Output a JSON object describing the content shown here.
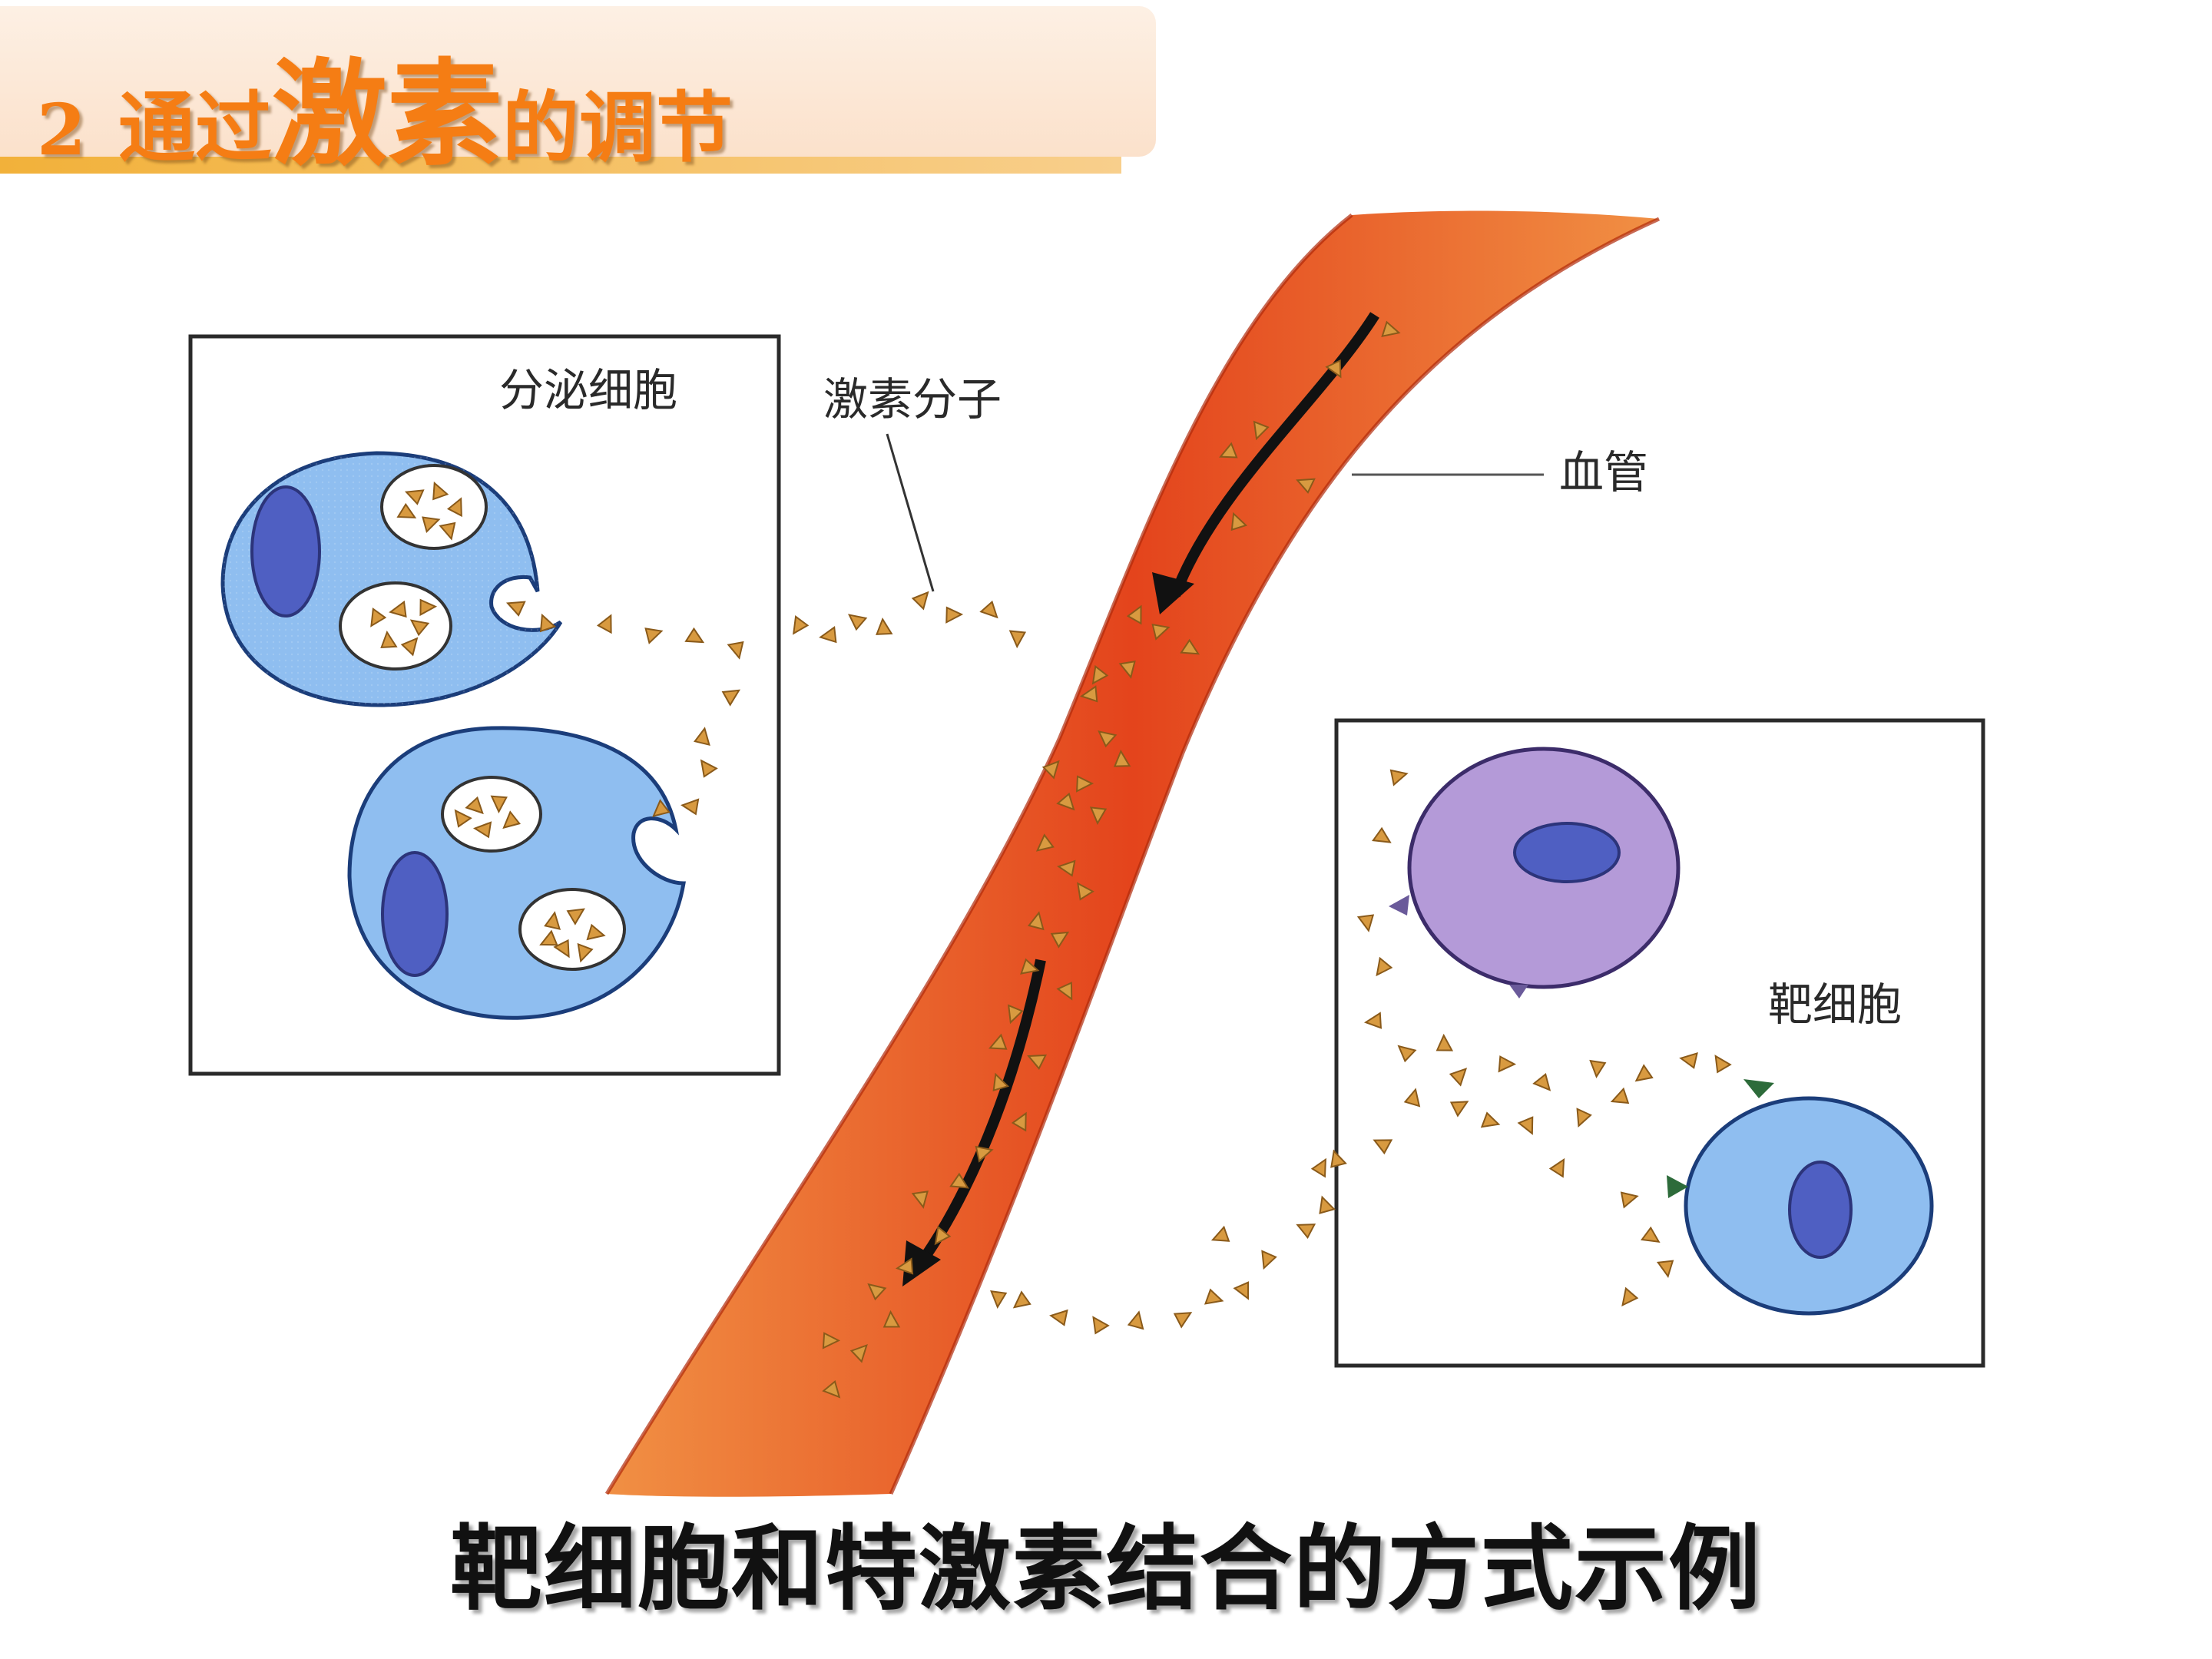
{
  "header": {
    "number": "2",
    "title_part1": "通过",
    "title_emphasis": "激素",
    "title_part2": "的调节"
  },
  "labels": {
    "secretory_cell": "分泌细胞",
    "hormone_molecule": "激素分子",
    "blood_vessel": "血管",
    "target_cell": "靶细胞"
  },
  "caption": "靶细胞和特激素结合的方式示例",
  "colors": {
    "title_orange": "#f57d14",
    "cell_blue": "#8fbef0",
    "cell_purple": "#b49ad8",
    "nucleus": "#4f5fc2",
    "vessel_red": "#e53b12",
    "hormone": "#d89a40"
  }
}
